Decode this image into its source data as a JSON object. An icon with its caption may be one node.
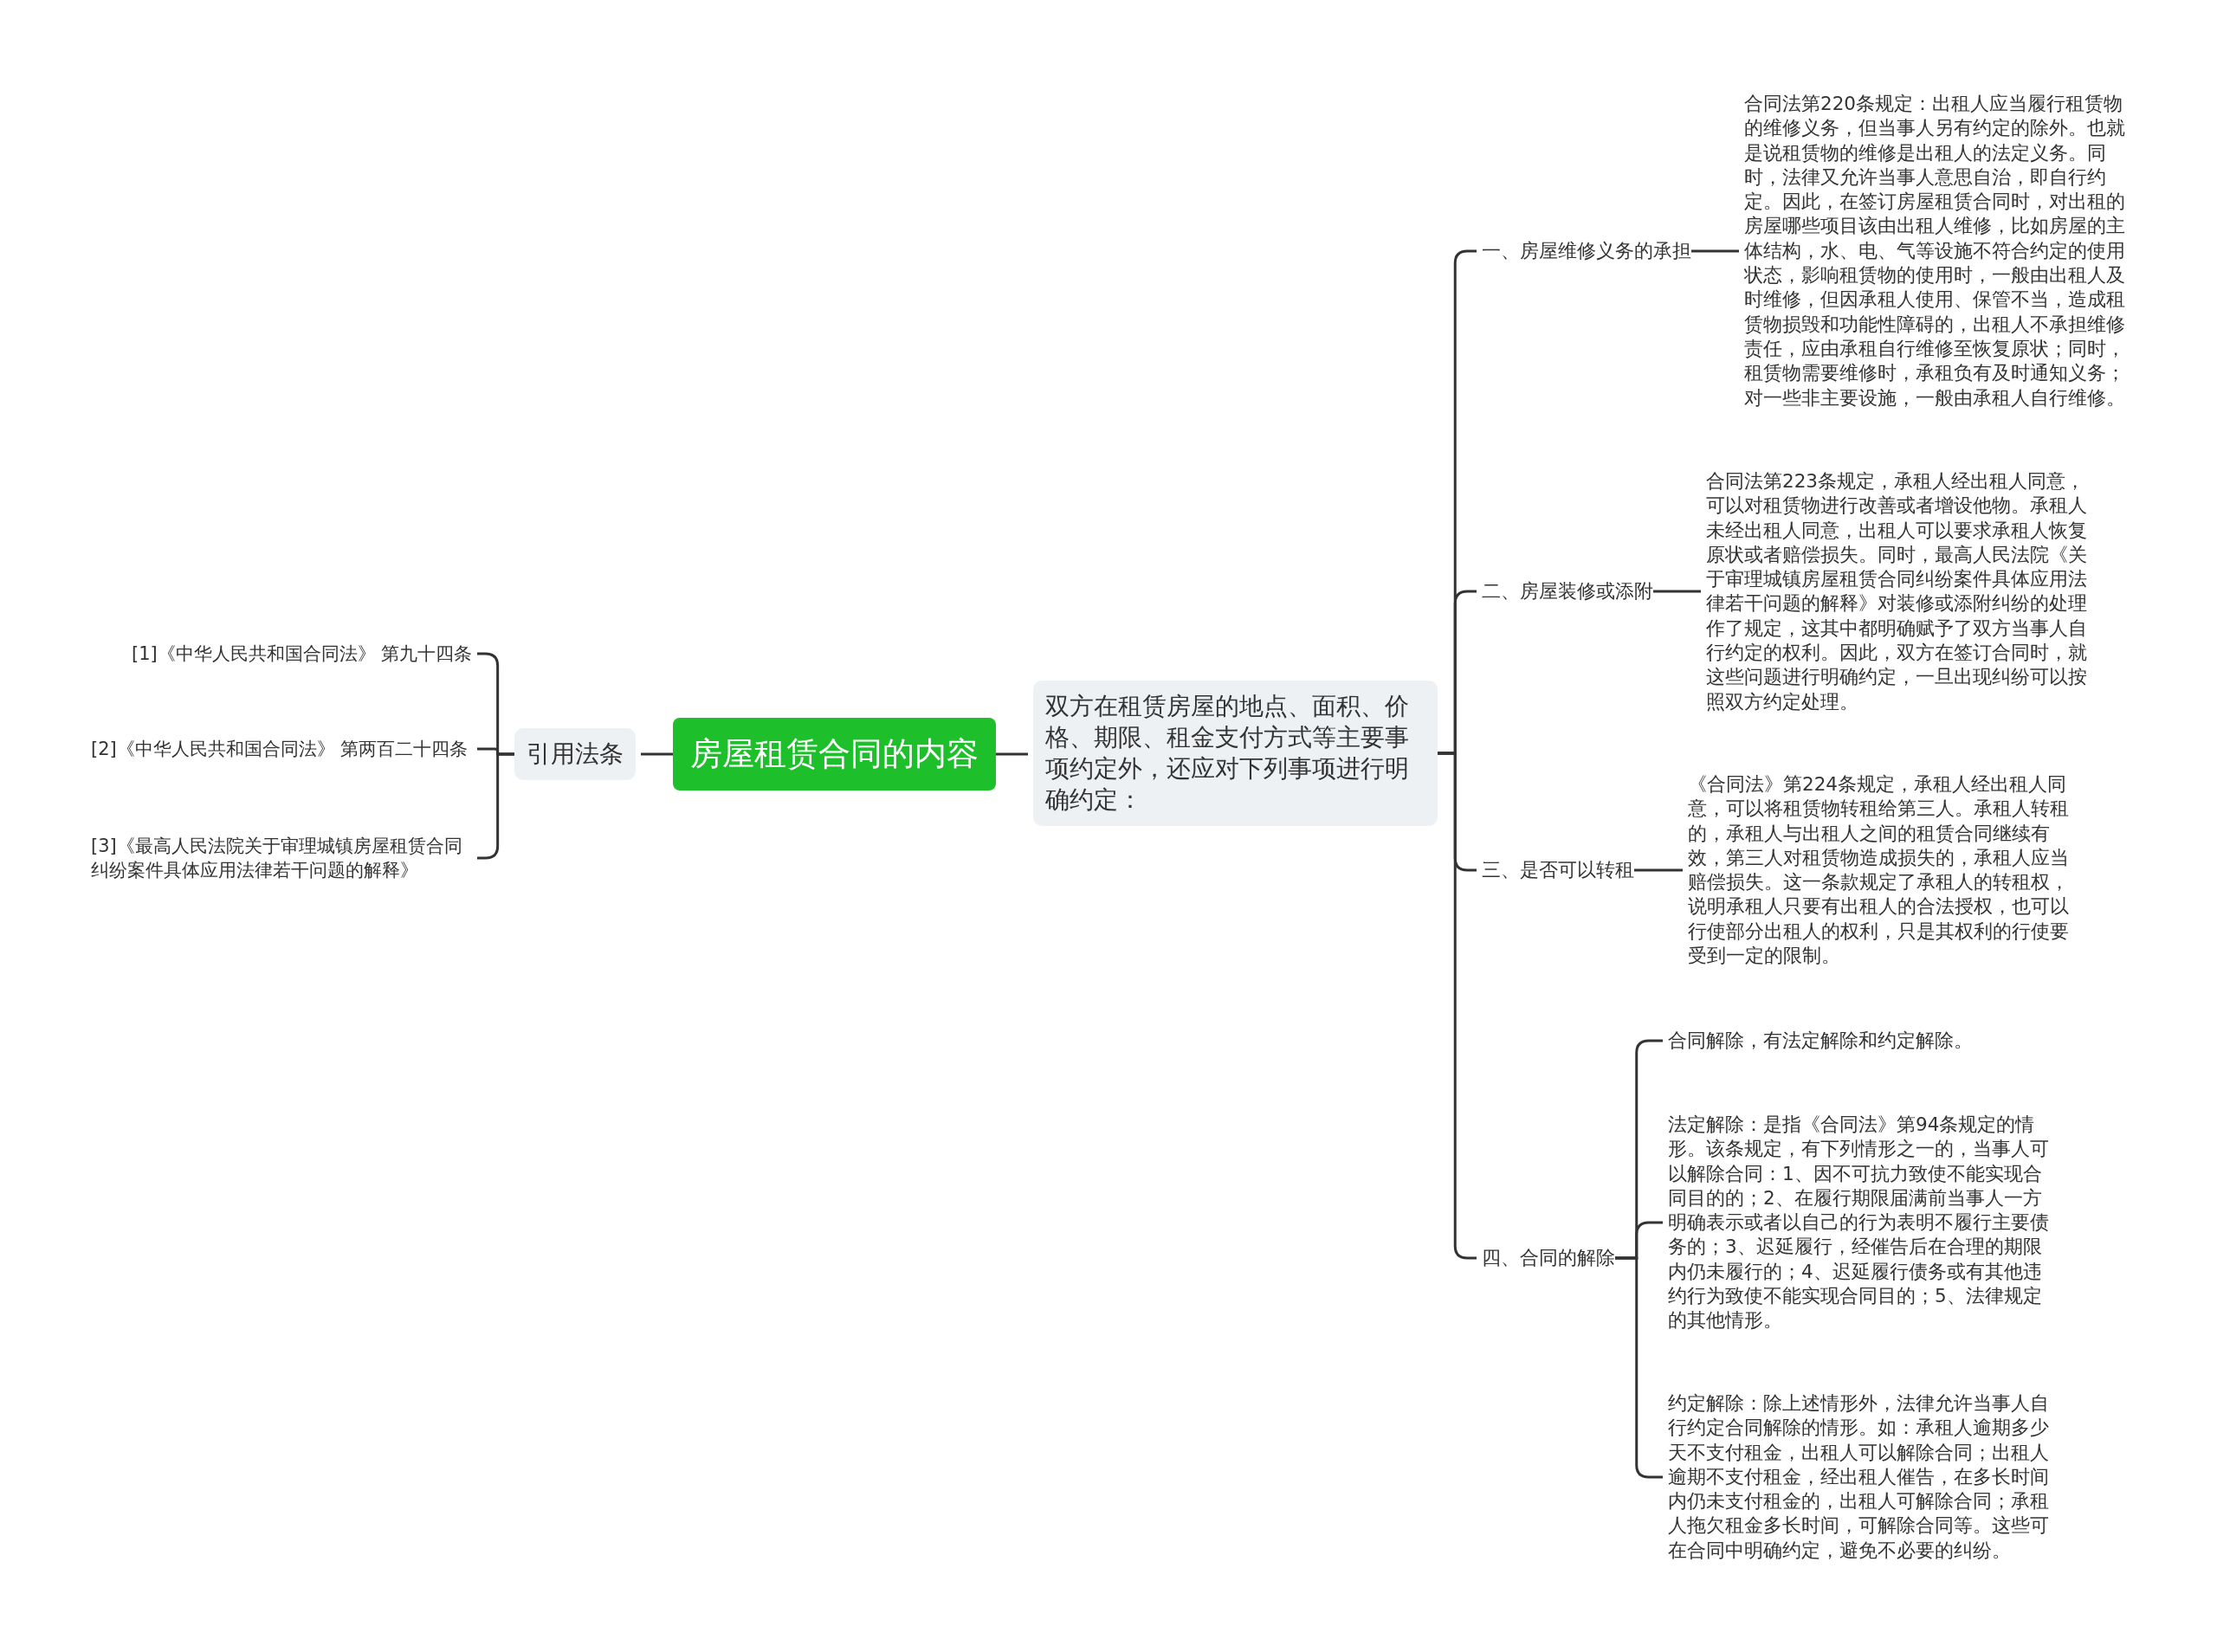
{
  "diagram": {
    "nodes": [
      {
        "text": [
          "房屋租赁合同的内容"
        ]
      },
      {
        "text": [
          "引用法条"
        ]
      },
      {
        "text": [
          "[1]《中华人民共和国合同法》 第九十四条"
        ]
      },
      {
        "text": [
          "[2]《中华人民共和国合同法》 第两百二十四条"
        ]
      },
      {
        "text": [
          "[3]《最高人民法院关于审理城镇房屋租赁合同纠纷案件具体应用法律若干问题的解释》"
        ]
      },
      {
        "text": [
          "双方在租赁房屋的地点、面积、价格、期限、租金支付方式等主要事项约定外，还应对下列事项进行明确约定："
        ]
      },
      {
        "text": [
          "一、房屋维修义务的承担"
        ]
      },
      {
        "text": [
          "合同法第220条规定：出租人应当履行租赁物的维修义务，但当事人另有约定的除外。也就是说租赁物的维修是出租人的法定义务。同时，法律又允许当事人意思自治，即自行约定。因此，在签订房屋租赁合同时，对出租的房屋哪些项目该由出租人维修，比如房屋的主体结构，水、电、气等设施不符合约定的使用状态，影响租赁物的使用时，一般由出租人及时维修，但因承租人使用、保管不当，造成租赁物损毁和功能性障碍的，出租人不承担维修责任，应由承租自行维修至恢复原状；同时，租赁物需要维修时，承租负有及时通知义务；对一些非主要设施，一般由承租人自行维修。"
        ]
      },
      {
        "text": [
          "二、房屋装修或添附"
        ]
      },
      {
        "text": [
          "合同法第223条规定，承租人经出租人同意，可以对租赁物进行改善或者增设他物。承租人未经出租人同意，出租人可以要求承租人恢复原状或者赔偿损失。同时，最高人民法院《关于审理城镇房屋租赁合同纠纷案件具体应用法律若干问题的解释》对装修或添附纠纷的处理作了规定，这其中都明确赋予了双方当事人自行约定的权利。因此，双方在签订合同时，就这些问题进行明确约定，一旦出现纠纷可以按照双方约定处理。"
        ]
      },
      {
        "text": [
          "三、是否可以转租"
        ]
      },
      {
        "text": [
          "《合同法》第224条规定，承租人经出租人同意，可以将租赁物转租给第三人。承租人转租的，承租人与出租人之间的租赁合同继续有效，第三人对租赁物造成损失的，承租人应当赔偿损失。这一条款规定了承租人的转租权，说明承租人只要有出租人的合法授权，也可以行使部分出租人的权利，只是其权利的行使要受到一定的限制。"
        ]
      },
      {
        "text": [
          "四、合同的解除"
        ]
      },
      {
        "text": [
          "合同解除，有法定解除和约定解除。"
        ]
      },
      {
        "text": [
          "法定解除：是指《合同法》第94条规定的情形。该条规定，有下列情形之一的，当事人可以解除合同：1、因不可抗力致使不能实现合同目的的；2、在履行期限届满前当事人一方明确表示或者以自己的行为表明不履行主要债务的；3、迟延履行，经催告后在合理的期限内仍未履行的；4、迟延履行债务或有其他违约行为致使不能实现合同目的；5、法律规定的其他情形。"
        ]
      },
      {
        "text": [
          "约定解除：除上述情形外，法律允许当事人自行约定合同解除的情形。如：承租人逾期多少天不支付租金，出租人可以解除合同；出租人逾期不支付租金，经出租人催告，在多长时间内仍未支付租金的，出租人可解除合同；承租人拖欠租金多长时间，可解除合同等。这些可在合同中明确约定，避免不必要的纠纷。"
        ]
      }
    ],
    "edges": [
      {
        "from": 0,
        "to": 1,
        "arrow": "none"
      },
      {
        "from": 1,
        "to": 2,
        "arrow": "none"
      },
      {
        "from": 1,
        "to": 3,
        "arrow": "none"
      },
      {
        "from": 1,
        "to": 4,
        "arrow": "none"
      },
      {
        "from": 0,
        "to": 5,
        "arrow": "none"
      },
      {
        "from": 5,
        "to": 6,
        "arrow": "none"
      },
      {
        "from": 5,
        "to": 8,
        "arrow": "none"
      },
      {
        "from": 5,
        "to": 10,
        "arrow": "none"
      },
      {
        "from": 5,
        "to": 12,
        "arrow": "none"
      },
      {
        "from": 6,
        "to": 7,
        "arrow": "none"
      },
      {
        "from": 8,
        "to": 9,
        "arrow": "none"
      },
      {
        "from": 10,
        "to": 11,
        "arrow": "none"
      },
      {
        "from": 12,
        "to": 13,
        "arrow": "none"
      },
      {
        "from": 12,
        "to": 14,
        "arrow": "none"
      },
      {
        "from": 12,
        "to": 15,
        "arrow": "none"
      }
    ]
  }
}
